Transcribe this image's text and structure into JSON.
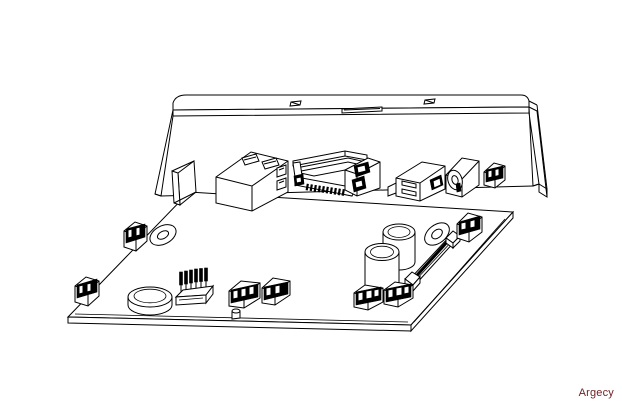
{
  "figure": {
    "type": "technical-line-drawing",
    "subject": "printer controller board assembly",
    "view": "isometric exploded-free view",
    "background_color": "#ffffff",
    "line_color": "#000000",
    "parts": [
      {
        "id": "shield-bracket",
        "label": "sheet-metal shield / EMI bracket",
        "notes": "tall flat panel across rear with two punched tabs and one rectangular slot"
      },
      {
        "id": "pcb-board",
        "label": "main printed circuit board",
        "notes": "flat parallelogram substrate seen in isometric"
      },
      {
        "id": "connector-block-left",
        "label": "rectangular shield block",
        "notes": "small upright box at left rear of board"
      },
      {
        "id": "rj45-dual-jack",
        "label": "dual RJ-45 network jack"
      },
      {
        "id": "parallel-port",
        "label": "parallel / centronics port with ribbon pin field"
      },
      {
        "id": "usb-port",
        "label": "dual stacked USB port"
      },
      {
        "id": "power-jack",
        "label": "barrel power jack"
      },
      {
        "id": "clip-connector-rear",
        "label": "rear wire clip connector"
      },
      {
        "id": "capacitor-large-a",
        "label": "electrolytic capacitor (rear)"
      },
      {
        "id": "capacitor-large-b",
        "label": "electrolytic capacitor (front)"
      },
      {
        "id": "ribbon-header-right",
        "label": "right ribbon header strip"
      },
      {
        "id": "toroid-ring-right",
        "label": "toroid / ring inductor (right)"
      },
      {
        "id": "clip-connector-right",
        "label": "right wire clip connector"
      },
      {
        "id": "coin-cell-battery",
        "label": "coin cell battery"
      },
      {
        "id": "pin-header",
        "label": "multi-pin header block"
      },
      {
        "id": "connector-pair-mid",
        "label": "pair of front wire connectors"
      },
      {
        "id": "connector-pair-right",
        "label": "pair of right front wire connectors"
      },
      {
        "id": "toroid-ring-left",
        "label": "toroid / ring inductor (left)"
      },
      {
        "id": "clip-connector-left",
        "label": "left wire clip connector"
      },
      {
        "id": "clip-connector-far-left",
        "label": "far-left corner wire clip connector"
      }
    ]
  },
  "watermark": {
    "text": "Argecy",
    "color": "#6e1f23"
  }
}
